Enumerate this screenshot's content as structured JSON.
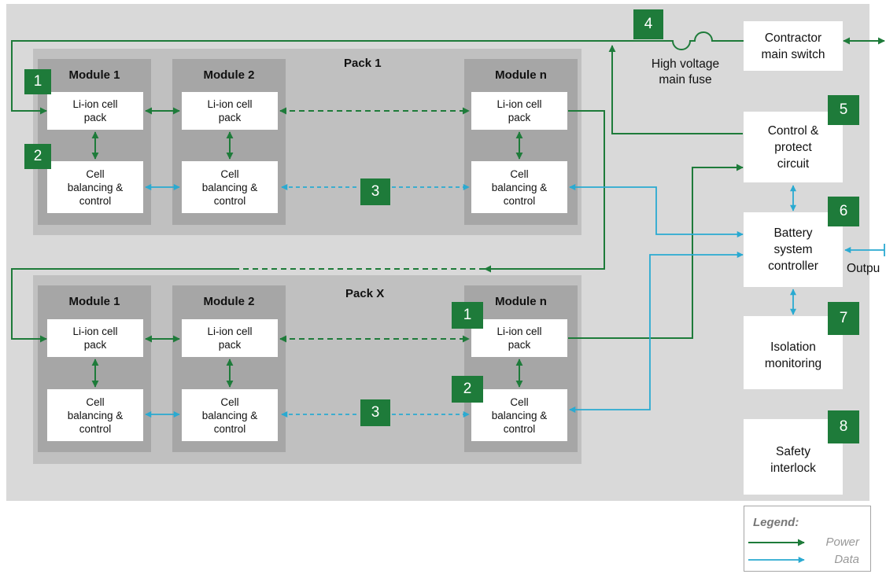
{
  "packs": [
    {
      "title": "Pack 1",
      "modules": [
        {
          "title": "Module 1",
          "cell": "Li-ion cell\npack",
          "balance": "Cell\nbalancing &\ncontrol"
        },
        {
          "title": "Module 2",
          "cell": "Li-ion cell\npack",
          "balance": "Cell\nbalancing &\ncontrol"
        },
        {
          "title": "Module n",
          "cell": "Li-ion cell\npack",
          "balance": "Cell\nbalancing &\ncontrol"
        }
      ],
      "badges": [
        "1",
        "2",
        "3"
      ]
    },
    {
      "title": "Pack X",
      "modules": [
        {
          "title": "Module 1",
          "cell": "Li-ion cell\npack",
          "balance": "Cell\nbalancing &\ncontrol"
        },
        {
          "title": "Module 2",
          "cell": "Li-ion cell\npack",
          "balance": "Cell\nbalancing &\ncontrol"
        },
        {
          "title": "Module n",
          "cell": "Li-ion cell\npack",
          "balance": "Cell\nbalancing &\ncontrol"
        }
      ],
      "badges": [
        "1",
        "2",
        "3"
      ]
    }
  ],
  "components": {
    "contractor": {
      "label": "Contractor\nmain switch"
    },
    "fuse": {
      "label": "High voltage\nmain fuse",
      "badge": "4"
    },
    "control": {
      "label": "Control &\nprotect\ncircuit",
      "badge": "5"
    },
    "bsc": {
      "label": "Battery\nsystem\ncontroller",
      "badge": "6"
    },
    "isolation": {
      "label": "Isolation\nmonitoring",
      "badge": "7"
    },
    "safety": {
      "label": "Safety\ninterlock",
      "badge": "8"
    }
  },
  "output_label": "Outpu",
  "legend": {
    "title": "Legend:",
    "items": [
      "Power",
      "Data"
    ]
  },
  "colors": {
    "power": "#1e7b3a",
    "data": "#2aaad1",
    "outer_bg": "#d9d9d9",
    "pack_bg": "#c0c0c0",
    "module_bg": "#a6a6a6"
  }
}
